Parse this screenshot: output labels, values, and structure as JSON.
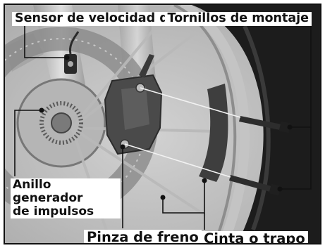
{
  "callouts": {
    "wheel_speed_sensor": "Sensor de velocidad de la rueda",
    "mounting_bolts": "Tornillos de montaje",
    "pulse_ring_line1": "Anillo generador",
    "pulse_ring_line2": "de impulsos",
    "brake_caliper": "Pinza de freno",
    "tape_or_rag": "Cinta o trapo"
  },
  "colors": {
    "photo_background": "#bdbdbd",
    "tire": "#1c1c1c",
    "caliper": "#4a4a4a",
    "leader_line": "#111111",
    "label_background": "#ffffff"
  }
}
